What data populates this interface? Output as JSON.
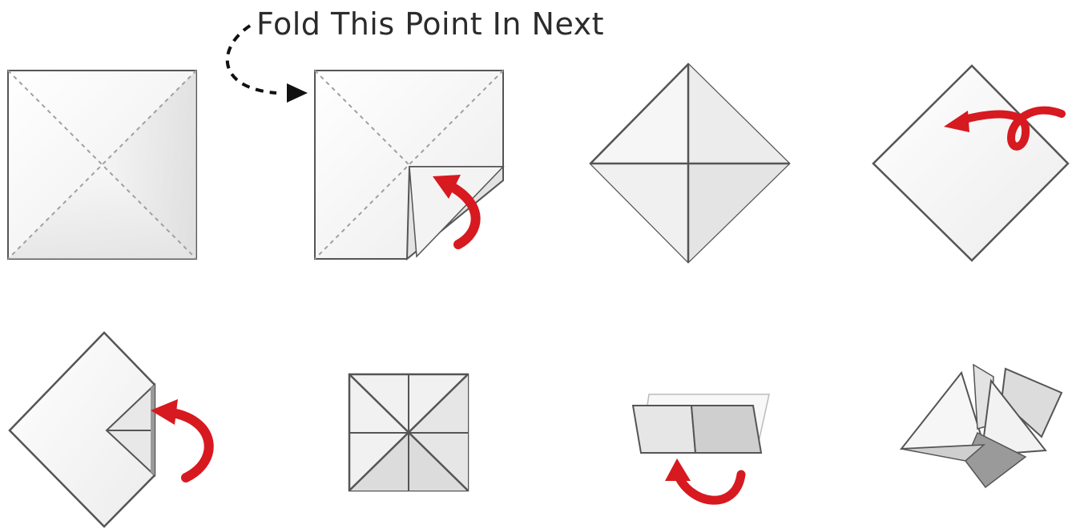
{
  "annotation": {
    "text": "Fold This Point In Next"
  },
  "colors": {
    "paper": "#f7f7f7",
    "paper_shade": "#dcdcdc",
    "edge": "#4a4a4a",
    "crease": "#9a9a9a",
    "arrow_red": "#d71920",
    "arrow_black": "#111111",
    "label": "#2b2b2b"
  },
  "steps": [
    {
      "name": "flat-square-with-diagonal-creases"
    },
    {
      "name": "fold-corner-to-center",
      "arrow": "curved-red-arrow"
    },
    {
      "name": "all-corners-folded-diamond"
    },
    {
      "name": "flip-over",
      "arrow": "loop-red-arrow"
    },
    {
      "name": "fold-corners-to-center-again",
      "arrow": "curved-red-arrow"
    },
    {
      "name": "small-square-with-creases"
    },
    {
      "name": "fold-in-half",
      "arrow": "curved-red-arrow"
    },
    {
      "name": "finished-fortune-teller"
    }
  ]
}
